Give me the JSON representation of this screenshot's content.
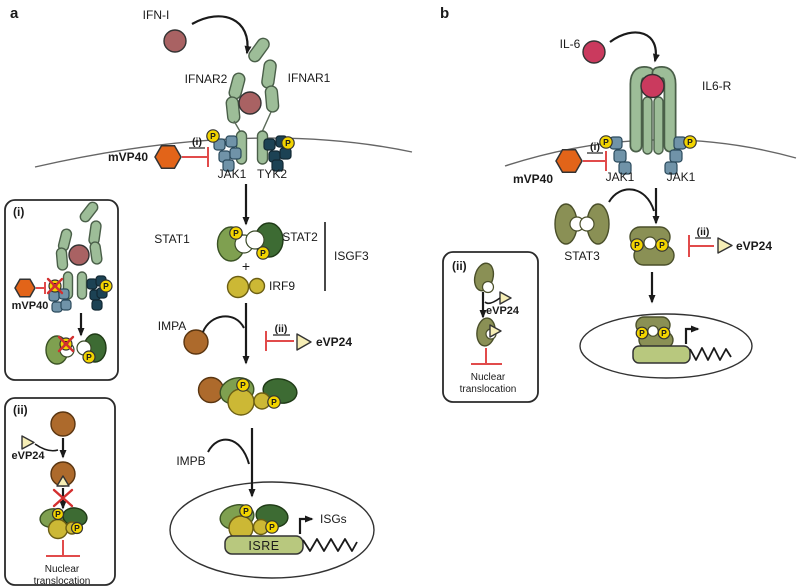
{
  "shared": {
    "phospho_label": "P"
  },
  "colors": {
    "receptor_green": "#9dbd98",
    "receptor_outline": "#4a5f49",
    "ligand_ifn": "#a96263",
    "ligand_il6": "#ca3a5e",
    "mvp40_orange": "#e26419",
    "evp24_cream": "#f6eeb6",
    "jak1_blue": "#7093a8",
    "tyk2_teal": "#1c4254",
    "phospho_yellow": "#f2d400",
    "stat1_green": "#7fa050",
    "stat2_green": "#3d6b33",
    "stat3_olive": "#8a9055",
    "irf9_yellow": "#ccb835",
    "impa_brown": "#ad6a2c",
    "isre_green": "#b8c87e",
    "inhibit_red": "#e14b4b",
    "cross_red": "#d32f2f",
    "membrane_gray": "#666666"
  },
  "panel_a": {
    "panel_label": "a",
    "ligand_label": "IFN-I",
    "receptor_left_label": "IFNAR2",
    "receptor_right_label": "IFNAR1",
    "mvp40_label": "mVP40",
    "site_i_label": "(i)",
    "jak1_label": "JAK1",
    "tyk2_label": "TYK2",
    "stat1_label": "STAT1",
    "stat2_label": "STAT2",
    "isgf3_label": "ISGF3",
    "plus_sign": "+",
    "irf9_label": "IRF9",
    "impa_label": "IMPA",
    "site_ii_label": "(ii)",
    "evp24_label": "eVP24",
    "impb_label": "IMPB",
    "isre_label": "ISRE",
    "isgs_label": "ISGs",
    "inset_i": {
      "label": "(i)",
      "mvp40_label": "mVP40"
    },
    "inset_ii": {
      "label": "(ii)",
      "evp24_label": "eVP24",
      "blocked_line1": "Nuclear",
      "blocked_line2": "translocation"
    }
  },
  "panel_b": {
    "panel_label": "b",
    "ligand_label": "IL-6",
    "receptor_label": "IL6-R",
    "mvp40_label": "mVP40",
    "site_i_label": "(i)",
    "jak1_left_label": "JAK1",
    "jak1_right_label": "JAK1",
    "stat3_label": "STAT3",
    "site_ii_label": "(ii)",
    "evp24_label": "eVP24",
    "inset_ii": {
      "label": "(ii)",
      "evp24_label": "eVP24",
      "blocked_line1": "Nuclear",
      "blocked_line2": "translocation"
    }
  }
}
